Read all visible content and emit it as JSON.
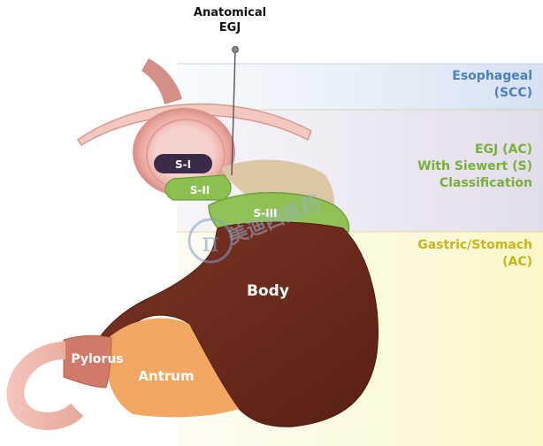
{
  "title": {
    "line1": "Anatomical",
    "line2": "EGJ"
  },
  "zones": {
    "esophageal": {
      "line1": "Esophageal",
      "line2": "(SCC)",
      "color": "#4a7fc0"
    },
    "egj": {
      "line1": "EGJ (AC)",
      "line2": "With Siewert (S)",
      "line3": "Classification",
      "color": "#7ab03a"
    },
    "gastric": {
      "line1": "Gastric/Stomach",
      "line2": "(AC)",
      "color": "#c8b41c"
    }
  },
  "siewert": {
    "s1": "S-I",
    "s2": "S-II",
    "s3": "S-III"
  },
  "regions": {
    "body": "Body",
    "antrum": "Antrum",
    "pylorus": "Pylorus"
  },
  "watermark": "美迪西医药",
  "colors": {
    "body": "#6b2a1c",
    "antrum": "#f2a862",
    "pylorus": "#d07a6a",
    "fundus": "#dcc7a4",
    "s_green": "#8cc050",
    "s1": "#3c2a4a",
    "diaphragm": "#f3c8c0"
  }
}
